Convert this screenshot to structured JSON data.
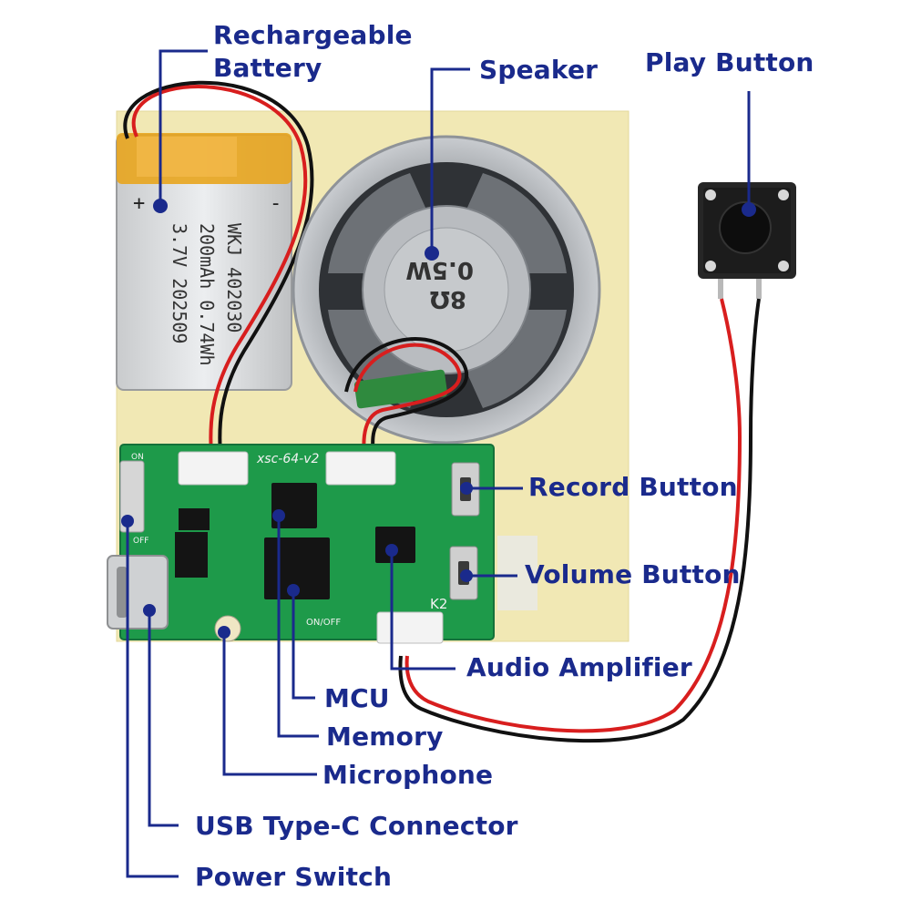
{
  "labels": {
    "battery_line1": "Rechargeable",
    "battery_line2": "Battery",
    "speaker": "Speaker",
    "play_button": "Play Button",
    "record_button": "Record Button",
    "volume_button": "Volume Button",
    "audio_amplifier": "Audio Amplifier",
    "mcu": "MCU",
    "memory": "Memory",
    "microphone": "Microphone",
    "usb": "USB Type-C Connector",
    "power_switch": "Power Switch"
  },
  "battery_text": {
    "plus": "+",
    "minus": "-",
    "line1": "WKJ   402030",
    "line2": "200mAh  0.74Wh",
    "line3": "3.7V    202509"
  },
  "speaker_text": {
    "ohm": "8Ω",
    "watt": "0.5W"
  },
  "pcb_text": {
    "model": "xsc-64-v2",
    "k2": "K2",
    "on": "ON",
    "off": "OFF",
    "onoff": "ON/OFF"
  },
  "colors": {
    "label": "#1a2a8c",
    "pcb": "#1e9a4a",
    "card": "#f1e8b4",
    "wire_red": "#d81e1e",
    "wire_black": "#111111"
  }
}
